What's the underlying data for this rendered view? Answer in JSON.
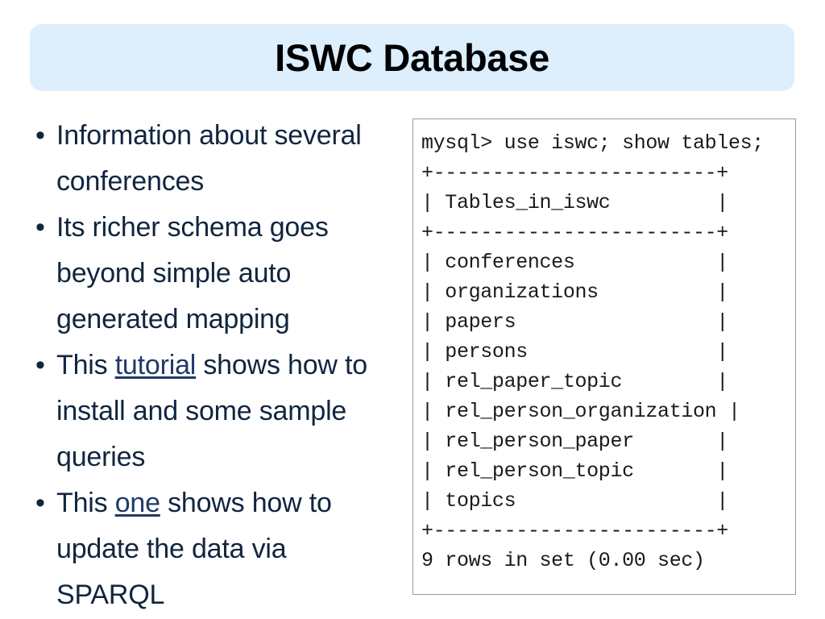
{
  "slide": {
    "title": "ISWC Database",
    "banner_color": "#ddeefd",
    "text_color": "#11253f",
    "link_color": "#1f3a68"
  },
  "bullets": [
    {
      "marker": "•",
      "segments": [
        {
          "type": "text",
          "value": "Information about several conferences"
        }
      ]
    },
    {
      "marker": "•",
      "segments": [
        {
          "type": "text",
          "value": "Its richer schema goes beyond simple auto generated mapping"
        }
      ]
    },
    {
      "marker": "•",
      "segments": [
        {
          "type": "text",
          "value": "This "
        },
        {
          "type": "link",
          "value": "tutorial"
        },
        {
          "type": "text",
          "value": " shows how to install and some sample queries"
        }
      ]
    },
    {
      "marker": "•",
      "segments": [
        {
          "type": "text",
          "value": "This "
        },
        {
          "type": "link",
          "value": "one"
        },
        {
          "type": "text",
          "value": " shows how to update the data via SPARQL"
        }
      ]
    }
  ],
  "terminal": {
    "prompt_line": "mysql> use iswc; show tables;",
    "separator": "+------------------------+",
    "header_row": "| Tables_in_iswc         |",
    "rows": [
      "| conferences            |",
      "| organizations          |",
      "| papers                 |",
      "| persons                |",
      "| rel_paper_topic        |",
      "| rel_person_organization |",
      "| rel_person_paper       |",
      "| rel_person_topic       |",
      "| topics                 |"
    ],
    "footer": "9 rows in set (0.00 sec)",
    "table_names": [
      "conferences",
      "organizations",
      "papers",
      "persons",
      "rel_paper_topic",
      "rel_person_organization",
      "rel_person_paper",
      "rel_person_topic",
      "topics"
    ],
    "row_count": 9,
    "duration_sec": "0.00",
    "database": "iswc",
    "column_header": "Tables_in_iswc",
    "full_text": "mysql> use iswc; show tables;\n+------------------------+\n| Tables_in_iswc         |\n+------------------------+\n| conferences            |\n| organizations          |\n| papers                 |\n| persons                |\n| rel_paper_topic        |\n| rel_person_organization |\n| rel_person_paper       |\n| rel_person_topic       |\n| topics                 |\n+------------------------+\n9 rows in set (0.00 sec)"
  }
}
